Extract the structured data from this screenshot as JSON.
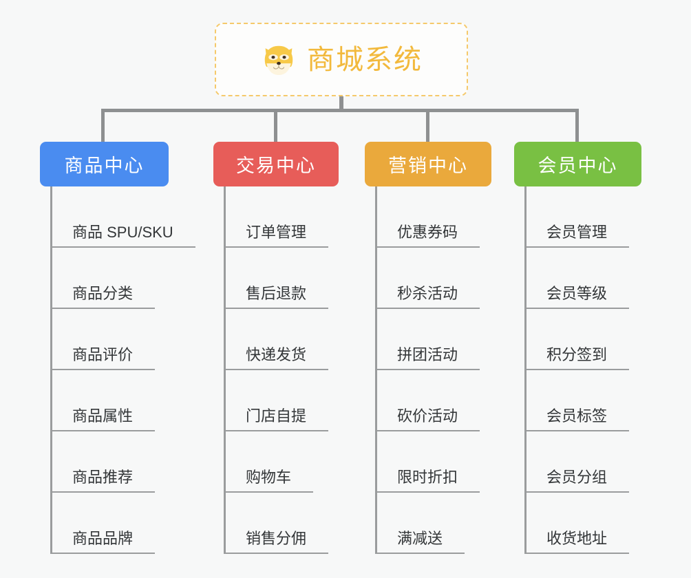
{
  "canvas": {
    "background": "#f7f8f8"
  },
  "root": {
    "icon": "shiba-dog-face-icon",
    "title": "商城系统",
    "title_color": "#f2b93c",
    "border_color": "#f5c96a"
  },
  "connector": {
    "color": "#8e9091"
  },
  "branches": [
    {
      "id": "product-center",
      "label": "商品中心",
      "color": "#4a8cf0",
      "items": [
        "商品 SPU/SKU",
        "商品分类",
        "商品评价",
        "商品属性",
        "商品推荐",
        "商品品牌"
      ]
    },
    {
      "id": "trade-center",
      "label": "交易中心",
      "color": "#e75d59",
      "items": [
        "订单管理",
        "售后退款",
        "快递发货",
        "门店自提",
        "购物车",
        "销售分佣"
      ]
    },
    {
      "id": "marketing-center",
      "label": "营销中心",
      "color": "#eaa93c",
      "items": [
        "优惠券码",
        "秒杀活动",
        "拼团活动",
        "砍价活动",
        "限时折扣",
        "满减送"
      ]
    },
    {
      "id": "member-center",
      "label": "会员中心",
      "color": "#79c043",
      "items": [
        "会员管理",
        "会员等级",
        "积分签到",
        "会员标签",
        "会员分组",
        "收货地址"
      ]
    }
  ]
}
